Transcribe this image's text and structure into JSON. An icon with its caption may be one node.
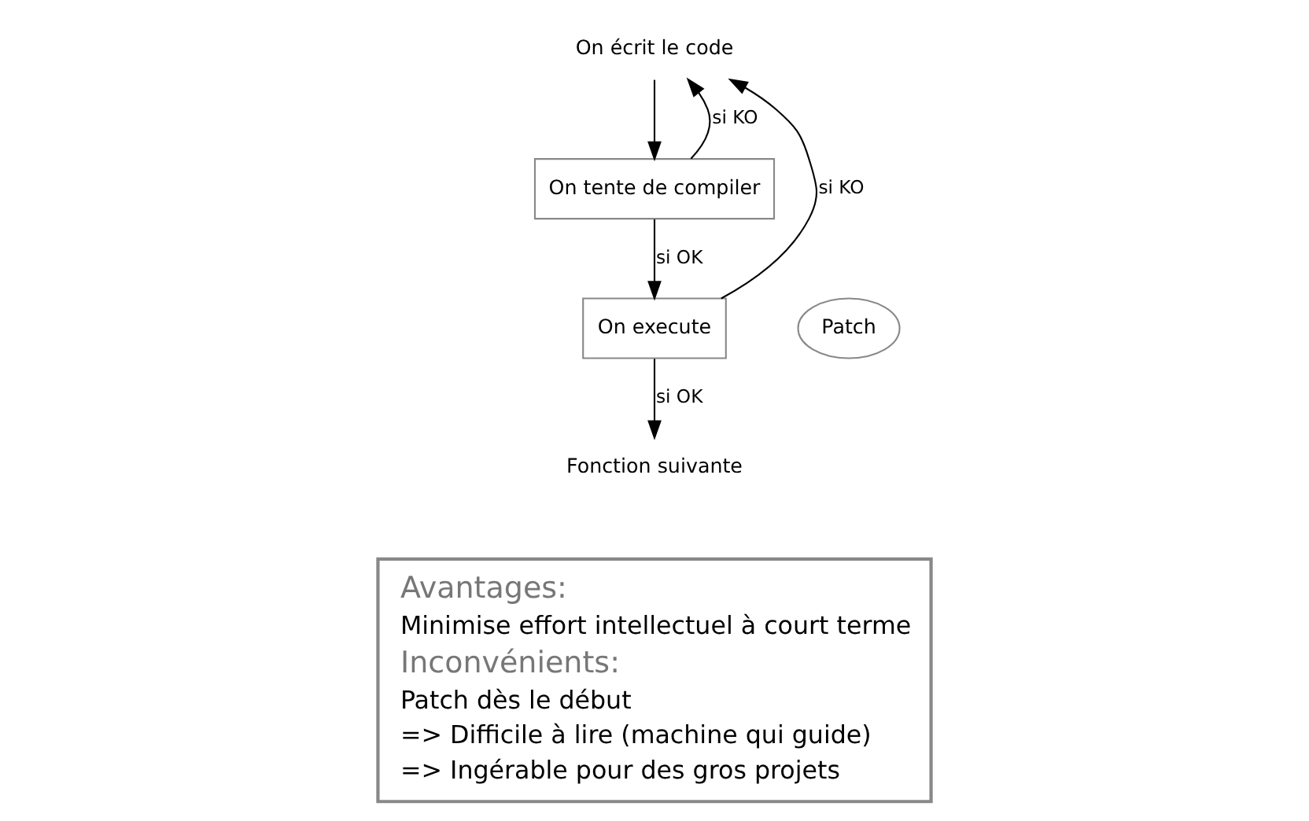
{
  "diagram": {
    "nodes": [
      {
        "text": [
          "On écrit le code"
        ]
      },
      {
        "text": [
          "On tente de compiler"
        ]
      },
      {
        "text": [
          "On execute"
        ]
      },
      {
        "text": [
          "Fonction suivante"
        ]
      },
      {
        "text": [
          "Patch"
        ]
      },
      {
        "text": [
          "Avantages:",
          "Minimise effort intellectuel à court terme",
          "Inconvénients:",
          "Patch dès le début",
          "=> Difficile à lire (machine qui guide)",
          "=> Ingérable pour des gros projets"
        ]
      }
    ],
    "edges": [
      {
        "from": 0,
        "to": 1,
        "arrow": "to"
      },
      {
        "from": 1,
        "to": 0,
        "arrow": "to",
        "label": "si KO"
      },
      {
        "from": 1,
        "to": 2,
        "arrow": "to",
        "label": "si OK"
      },
      {
        "from": 2,
        "to": 0,
        "arrow": "to",
        "label": "si KO"
      },
      {
        "from": 2,
        "to": 3,
        "arrow": "to",
        "label": "si OK"
      }
    ]
  }
}
